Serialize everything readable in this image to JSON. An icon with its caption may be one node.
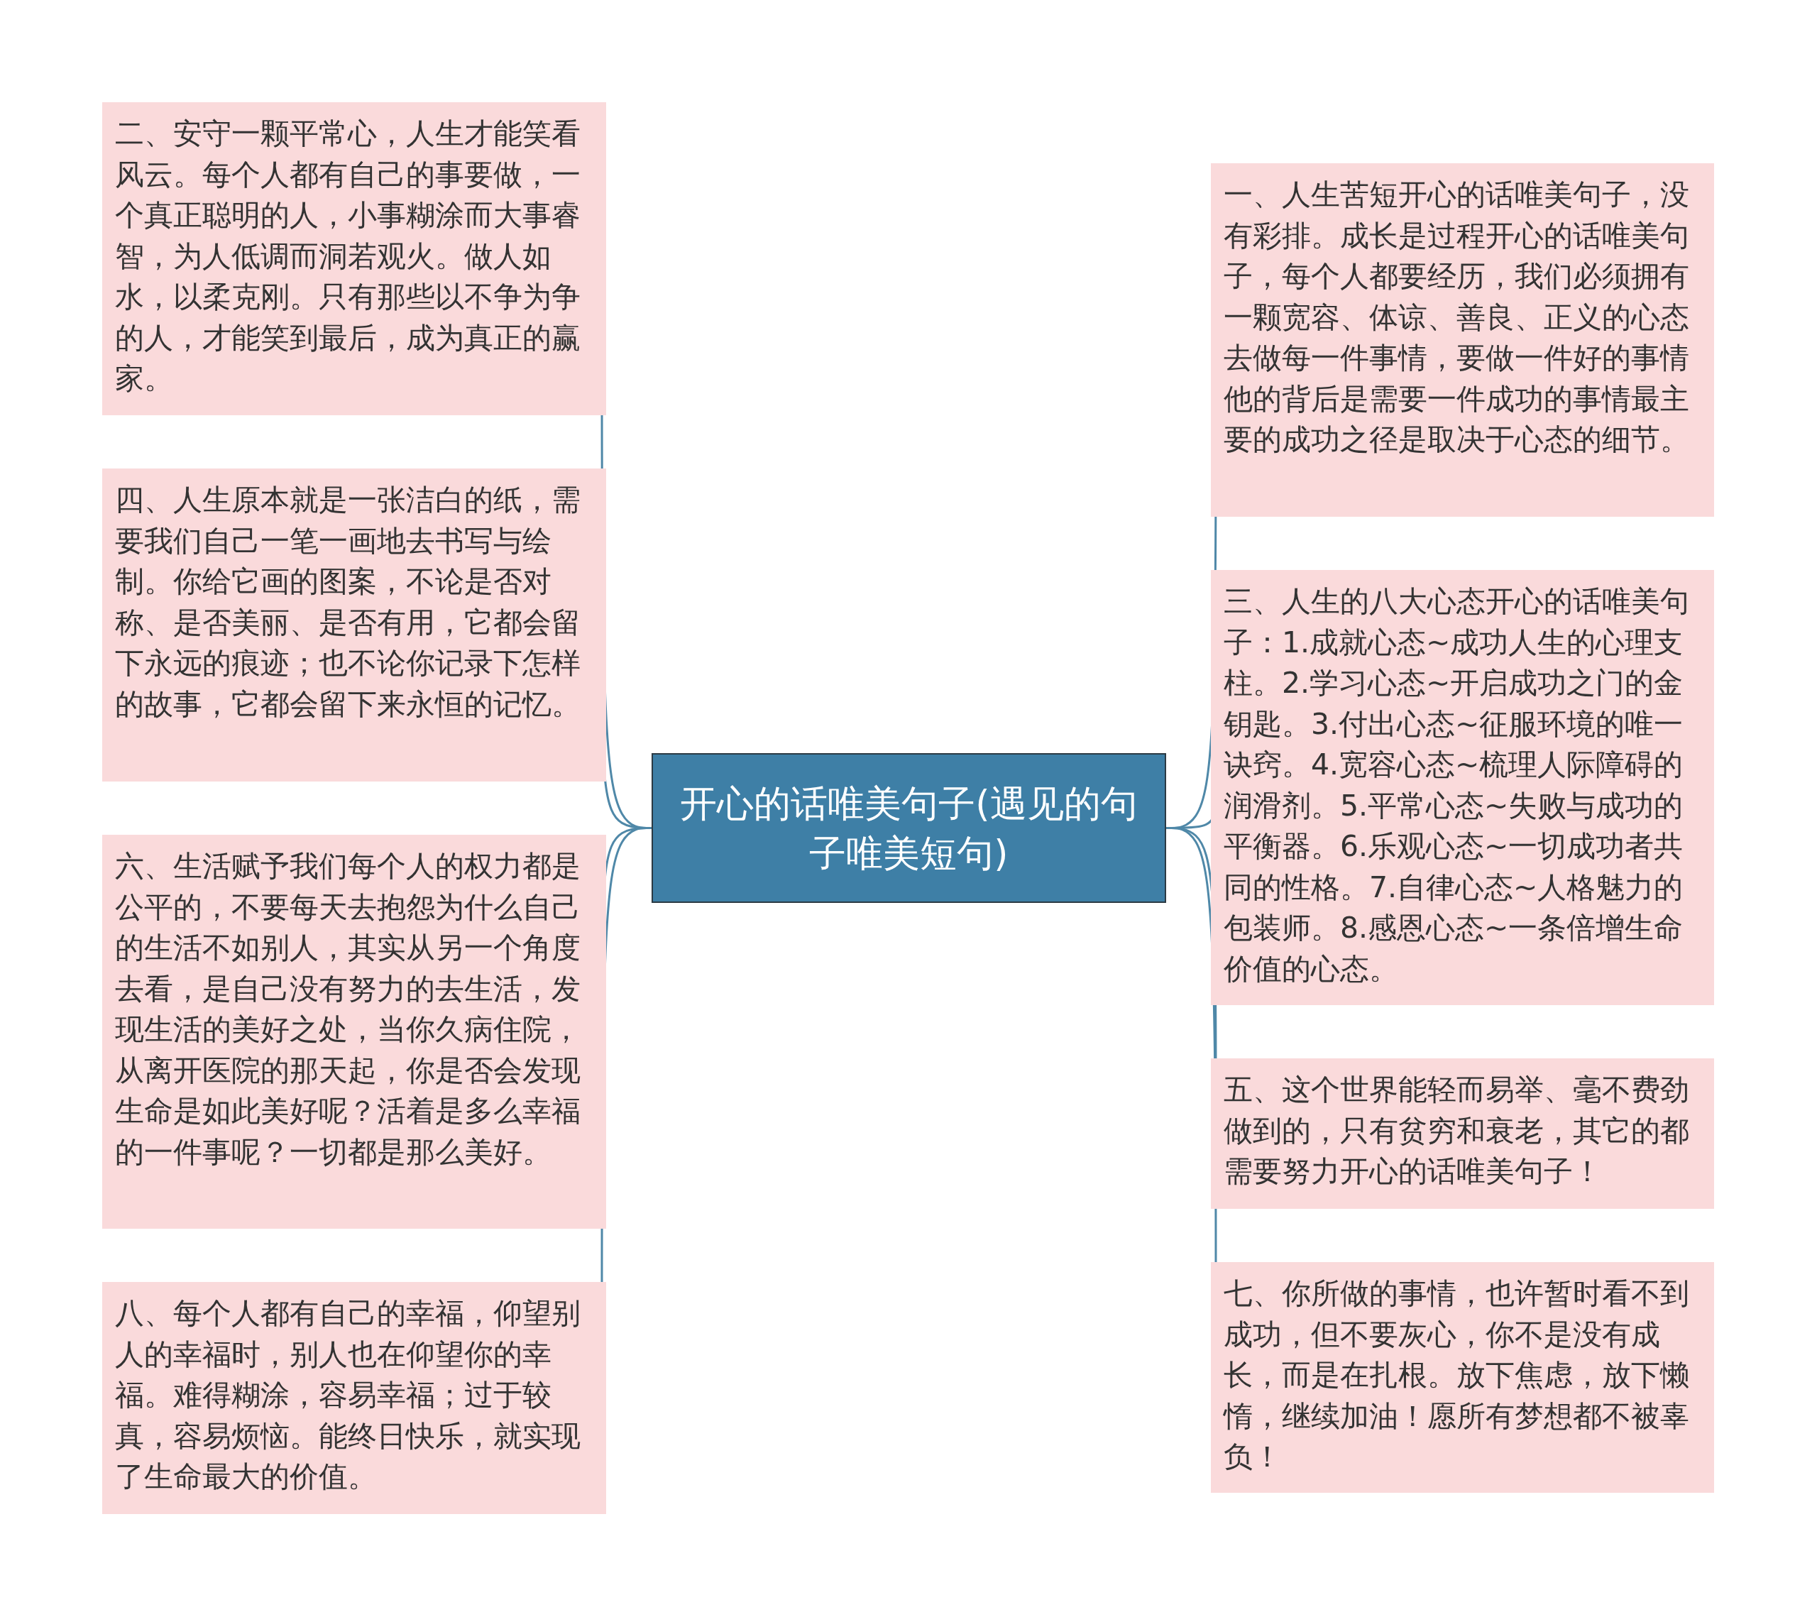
{
  "diagram": {
    "nodes": [
      {
        "text": [
          "开心的话唯美句子(遇见的句子唯美短句)"
        ]
      },
      {
        "text": [
          "二、安守一颗平常心，人生才能笑看风云。每个人都有自己的事要做，一个真正聪明的人，小事糊涂而大事睿智，为人低调而洞若观火。做人如水，以柔克刚。只有那些以不争为争的人，才能笑到最后，成为真正的赢家。"
        ]
      },
      {
        "text": [
          "四、人生原本就是一张洁白的纸，需要我们自己一笔一画地去书写与绘制。你给它画的图案，不论是否对称、是否美丽、是否有用，它都会留下永远的痕迹；也不论你记录下怎样的故事，它都会留下来永恒的记忆。"
        ]
      },
      {
        "text": [
          "六、生活赋予我们每个人的权力都是公平的，不要每天去抱怨为什么自己的生活不如别人，其实从另一个角度去看，是自己没有努力的去生活，发现生活的美好之处，当你久病住院，从离开医院的那天起，你是否会发现生命是如此美好呢？活着是多么幸福的一件事呢？一切都是那么美好。"
        ]
      },
      {
        "text": [
          "八、每个人都有自己的幸福，仰望别人的幸福时，别人也在仰望你的幸福。难得糊涂，容易幸福；过于较真，容易烦恼。能终日快乐，就实现了生命最大的价值。"
        ]
      },
      {
        "text": [
          "一、人生苦短开心的话唯美句子，没有彩排。成长是过程开心的话唯美句子，每个人都要经历，我们必须拥有一颗宽容、体谅、善良、正义的心态去做每一件事情，要做一件好的事情他的背后是需要一件成功的事情最主要的成功之径是取决于心态的细节。"
        ]
      },
      {
        "text": [
          "三、人生的八大心态开心的话唯美句子：1.成就心态~成功人生的心理支柱。2.学习心态~开启成功之门的金钥匙。3.付出心态~征服环境的唯一诀窍。4.宽容心态~梳理人际障碍的润滑剂。5.平常心态~失败与成功的平衡器。6.乐观心态~一切成功者共同的性格。7.自律心态~人格魅力的包装师。8.感恩心态~一条倍增生命价值的心态。"
        ]
      },
      {
        "text": [
          "五、这个世界能轻而易举、毫不费劲做到的，只有贫穷和衰老，其它的都需要努力开心的话唯美句子！"
        ]
      },
      {
        "text": [
          "七、你所做的事情，也许暂时看不到成功，但不要灰心，你不是没有成长，而是在扎根。放下焦虑，放下懒惰，继续加油！愿所有梦想都不被辜负！"
        ]
      }
    ],
    "edges": [
      {
        "from": 0,
        "to": 1,
        "arrow": "none"
      },
      {
        "from": 0,
        "to": 2,
        "arrow": "none"
      },
      {
        "from": 0,
        "to": 3,
        "arrow": "none"
      },
      {
        "from": 0,
        "to": 4,
        "arrow": "none"
      },
      {
        "from": 0,
        "to": 5,
        "arrow": "none"
      },
      {
        "from": 0,
        "to": 6,
        "arrow": "none"
      },
      {
        "from": 0,
        "to": 7,
        "arrow": "none"
      },
      {
        "from": 0,
        "to": 8,
        "arrow": "none"
      }
    ]
  }
}
